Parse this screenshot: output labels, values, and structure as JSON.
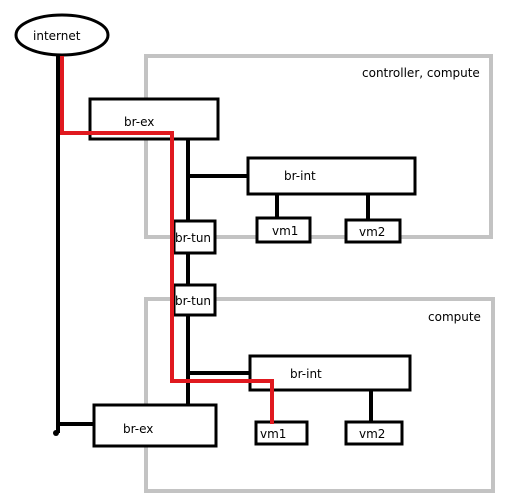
{
  "colors": {
    "region_border": "#c3c3c3",
    "node_border": "#000000",
    "link": "#000000",
    "highlight_path": "#e0191f"
  },
  "cloud": {
    "label": "internet"
  },
  "regions": {
    "top": {
      "label": "controller, compute"
    },
    "bottom": {
      "label": "compute"
    }
  },
  "nodes": {
    "top_br_ex": "br-ex",
    "top_br_int": "br-int",
    "top_br_tun": "br-tun",
    "top_vm1": "vm1",
    "top_vm2": "vm2",
    "bottom_br_tun": "br-tun",
    "bottom_br_int": "br-int",
    "bottom_br_ex": "br-ex",
    "bottom_vm1": "vm1",
    "bottom_vm2": "vm2"
  }
}
